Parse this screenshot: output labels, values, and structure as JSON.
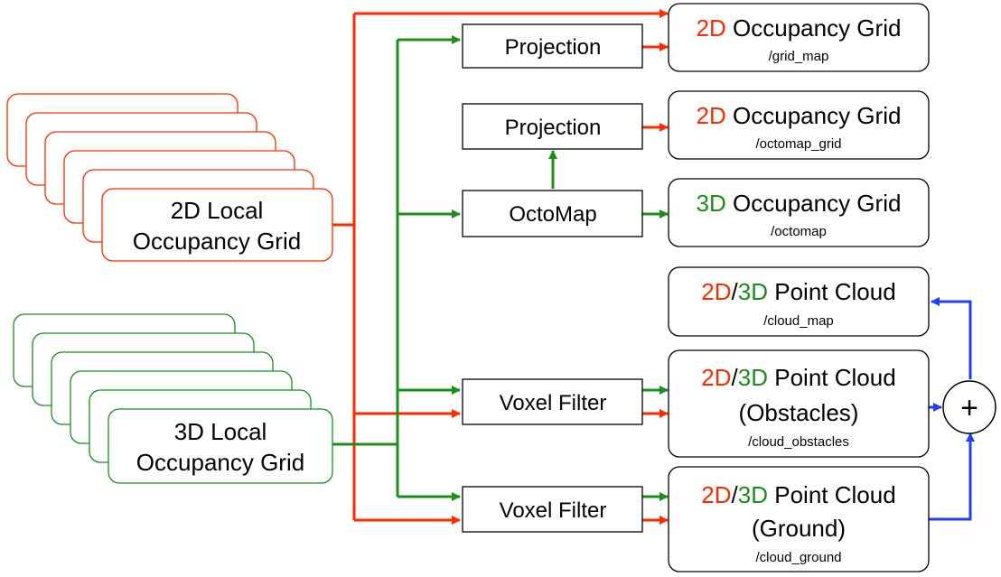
{
  "colors": {
    "red": "#ff2a00",
    "green": "#1a8f1a",
    "blue": "#1f3fff",
    "black": "#000000"
  },
  "inputs": {
    "local2d": {
      "line1": "2D Local",
      "line2": "Occupancy Grid"
    },
    "local3d": {
      "line1": "3D Local",
      "line2": "Occupancy Grid"
    }
  },
  "processes": {
    "projection_top": "Projection",
    "projection_mid": "Projection",
    "octomap": "OctoMap",
    "voxel_top": "Voxel Filter",
    "voxel_bottom": "Voxel Filter",
    "sum_symbol": "+"
  },
  "outputs": {
    "grid_map": {
      "dim": "2D",
      "title": " Occupancy Grid",
      "topic": "/grid_map"
    },
    "octomap_grid": {
      "dim": "2D",
      "title": " Occupancy Grid",
      "topic": "/octomap_grid"
    },
    "octomap": {
      "dim": "3D",
      "title": " Occupancy Grid",
      "topic": "/octomap"
    },
    "cloud_map": {
      "dim_a": "2D",
      "slash": "/",
      "dim_b": "3D",
      "title": " Point Cloud",
      "topic": "/cloud_map"
    },
    "cloud_obstacles": {
      "dim_a": "2D",
      "slash": "/",
      "dim_b": "3D",
      "title": " Point Cloud",
      "sub": "(Obstacles)",
      "topic": "/cloud_obstacles"
    },
    "cloud_ground": {
      "dim_a": "2D",
      "slash": "/",
      "dim_b": "3D",
      "title": " Point Cloud",
      "sub": "(Ground)",
      "topic": "/cloud_ground"
    }
  }
}
